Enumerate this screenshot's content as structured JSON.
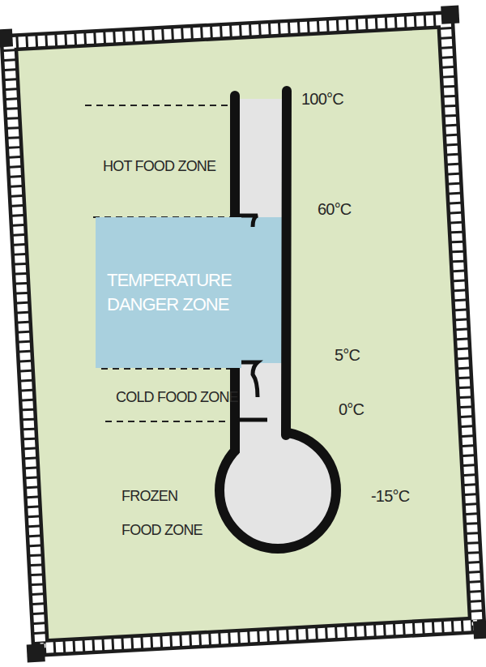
{
  "diagram": {
    "nodes": [
      {
        "text": [
          "TEMPERATURE DANGER ZONE"
        ]
      }
    ],
    "labels": [
      "100°C",
      "HOT FOOD ZONE",
      "60°C",
      "5°C",
      "COLD FOOD ZONE",
      "0°C",
      "FROZEN FOOD ZONE",
      "-15°C"
    ]
  }
}
